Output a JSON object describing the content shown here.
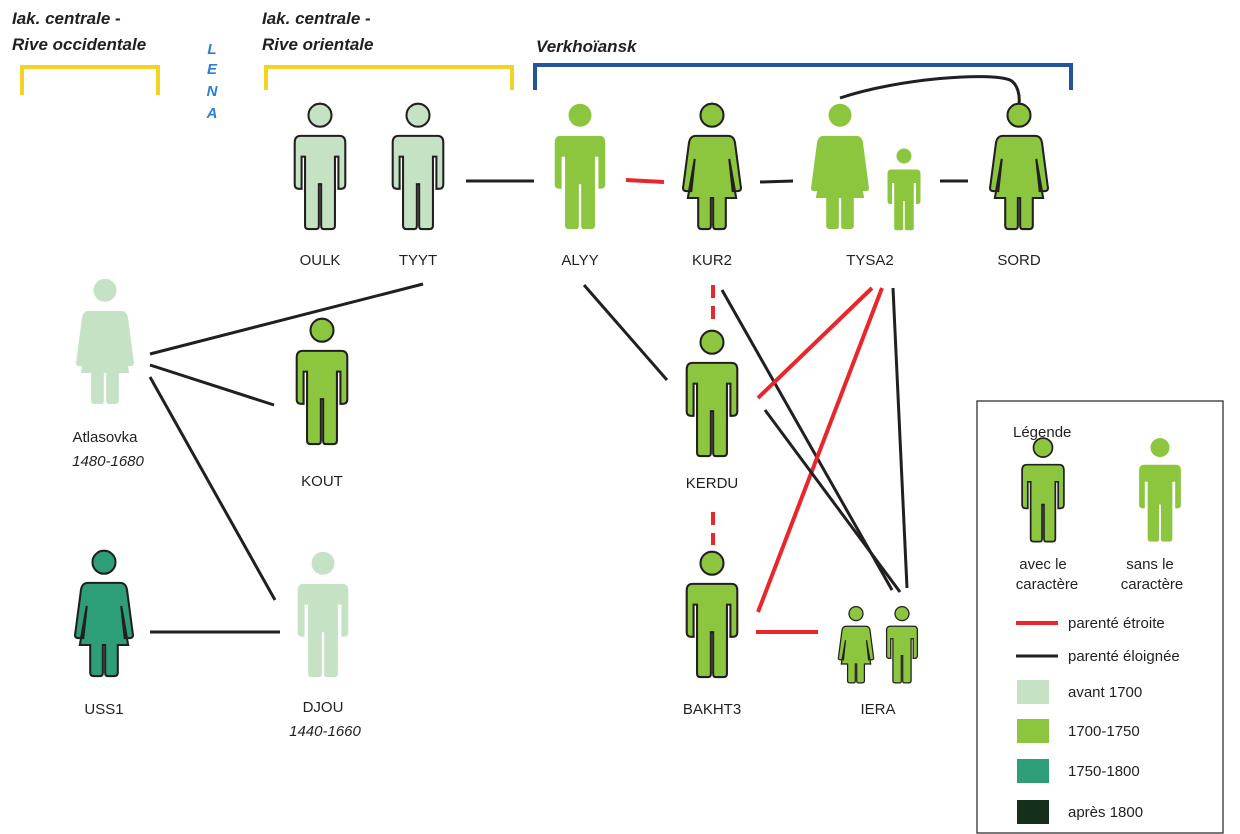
{
  "regions": {
    "west": {
      "line1": "Iak. centrale -",
      "line2": "Rive occidentale"
    },
    "east": {
      "line1": "Iak. centrale -",
      "line2": "Rive orientale"
    },
    "verkhoiansk": {
      "label": "Verkhoïansk"
    },
    "lena": [
      "L",
      "E",
      "N",
      "A"
    ]
  },
  "period_colors": {
    "before_1700": "#c5e3c4",
    "p1700_1750": "#8cc63f",
    "p1750_1800": "#2e9e78",
    "after_1800": "#14301a"
  },
  "bracket_colors": {
    "iakut": "#f4d422",
    "verkhoiansk": "#23559b"
  },
  "relation_colors": {
    "close": "#e8262b",
    "distant": "#231f20"
  },
  "nodes": [
    {
      "id": "OULK",
      "label": "OULK",
      "date": "",
      "figure": "male",
      "character": true,
      "period": "before_1700"
    },
    {
      "id": "TYYT",
      "label": "TYYT",
      "date": "",
      "figure": "male",
      "character": true,
      "period": "before_1700"
    },
    {
      "id": "ALYY",
      "label": "ALYY",
      "date": "",
      "figure": "male",
      "character": false,
      "period": "p1700_1750"
    },
    {
      "id": "KUR2",
      "label": "KUR2",
      "date": "",
      "figure": "female",
      "character": true,
      "period": "p1700_1750"
    },
    {
      "id": "TYSA2",
      "label": "TYSA2",
      "date": "",
      "figure": "female+child",
      "character": false,
      "period": "p1700_1750"
    },
    {
      "id": "SORD",
      "label": "SORD",
      "date": "",
      "figure": "female",
      "character": true,
      "period": "p1700_1750"
    },
    {
      "id": "Atlasovka",
      "label": "Atlasovka",
      "date": "1480-1680",
      "figure": "female",
      "character": false,
      "period": "before_1700"
    },
    {
      "id": "KOUT",
      "label": "KOUT",
      "date": "",
      "figure": "male",
      "character": true,
      "period": "p1700_1750"
    },
    {
      "id": "KERDU",
      "label": "KERDU",
      "date": "",
      "figure": "male",
      "character": true,
      "period": "p1700_1750"
    },
    {
      "id": "USS1",
      "label": "USS1",
      "date": "",
      "figure": "female",
      "character": true,
      "period": "p1750_1800"
    },
    {
      "id": "DJOU",
      "label": "DJOU",
      "date": "1440-1660",
      "figure": "male",
      "character": false,
      "period": "before_1700"
    },
    {
      "id": "BAKHT3",
      "label": "BAKHT3",
      "date": "",
      "figure": "male",
      "character": true,
      "period": "p1700_1750"
    },
    {
      "id": "IERA",
      "label": "IERA",
      "date": "",
      "figure": "female+male",
      "character": true,
      "period": "p1700_1750"
    }
  ],
  "links": [
    {
      "from": "TYYT",
      "to": "ALYY",
      "type": "distant"
    },
    {
      "from": "ALYY",
      "to": "KUR2",
      "type": "close"
    },
    {
      "from": "KUR2",
      "to": "TYSA2",
      "type": "distant"
    },
    {
      "from": "TYSA2",
      "to": "SORD",
      "type": "distant"
    },
    {
      "from": "TYSA2",
      "to": "SORD",
      "type": "distant-arc"
    },
    {
      "from": "TYYT",
      "to": "Atlasovka",
      "type": "distant"
    },
    {
      "from": "Atlasovka",
      "to": "KOUT",
      "type": "distant"
    },
    {
      "from": "Atlasovka",
      "to": "DJOU",
      "type": "distant"
    },
    {
      "from": "USS1",
      "to": "DJOU",
      "type": "distant"
    },
    {
      "from": "ALYY",
      "to": "KERDU",
      "type": "distant"
    },
    {
      "from": "KUR2",
      "to": "KERDU",
      "type": "close"
    },
    {
      "from": "KERDU",
      "to": "BAKHT3",
      "type": "close"
    },
    {
      "from": "KUR2",
      "to": "IERA",
      "type": "distant"
    },
    {
      "from": "TYSA2",
      "to": "KERDU",
      "type": "close"
    },
    {
      "from": "TYSA2",
      "to": "BAKHT3",
      "type": "close"
    },
    {
      "from": "TYSA2",
      "to": "IERA",
      "type": "distant"
    },
    {
      "from": "KERDU",
      "to": "IERA",
      "type": "distant"
    },
    {
      "from": "BAKHT3",
      "to": "IERA",
      "type": "close"
    }
  ],
  "legend": {
    "title": "Légende",
    "with_char": [
      "avec le",
      "caractère"
    ],
    "without_char": [
      "sans le",
      "caractère"
    ],
    "close": "parenté étroite",
    "distant": "parenté éloignée",
    "periods": [
      {
        "key": "before_1700",
        "label": "avant 1700"
      },
      {
        "key": "p1700_1750",
        "label": "1700-1750"
      },
      {
        "key": "p1750_1800",
        "label": "1750-1800"
      },
      {
        "key": "after_1800",
        "label": "après 1800"
      }
    ]
  }
}
